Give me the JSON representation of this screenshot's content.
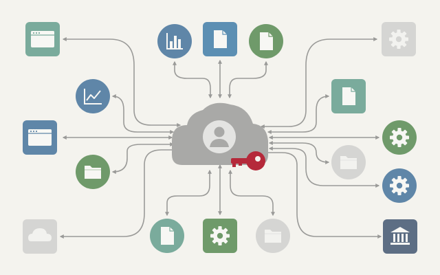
{
  "colors": {
    "background": "#f4f3ee",
    "connector": "#9a9a98",
    "hub_cloud": "#a9a9a7",
    "hub_user_circle": "#e4e4e2",
    "hub_user_glyph": "#a9a9a7",
    "key": "#b5293a",
    "teal": "#7aab9c",
    "blue": "#5c8fb3",
    "steel_blue": "#5f86a8",
    "slate": "#5d6e84",
    "green": "#6f9a6a",
    "light_gray": "#d5d5d3",
    "white_glyph": "#f7f7f4",
    "gray_glyph": "#f2f2ef"
  },
  "hub": {
    "icon": "cloud-user-icon",
    "key_icon": "key-icon"
  },
  "nodes": [
    {
      "id": "browser-top-left",
      "icon": "browser-window-icon",
      "shape": "rounded-square",
      "color": "teal"
    },
    {
      "id": "analytics-chart",
      "icon": "line-chart-icon",
      "shape": "circle",
      "color": "steel_blue"
    },
    {
      "id": "browser-mid-left",
      "icon": "browser-window-icon",
      "shape": "rounded-square",
      "color": "steel_blue"
    },
    {
      "id": "folder-left",
      "icon": "folder-icon",
      "shape": "circle",
      "color": "green"
    },
    {
      "id": "cloud-bottom-left",
      "icon": "cloud-icon",
      "shape": "rounded-square",
      "color": "light_gray"
    },
    {
      "id": "bar-chart-top",
      "icon": "bar-chart-icon",
      "shape": "circle",
      "color": "steel_blue"
    },
    {
      "id": "document-top",
      "icon": "document-icon",
      "shape": "rounded-square",
      "color": "blue"
    },
    {
      "id": "document-top-right",
      "icon": "document-icon",
      "shape": "circle",
      "color": "green"
    },
    {
      "id": "document-bottom-left",
      "icon": "document-icon",
      "shape": "circle",
      "color": "teal"
    },
    {
      "id": "gear-bottom",
      "icon": "gear-icon",
      "shape": "rounded-square",
      "color": "green"
    },
    {
      "id": "folder-bottom",
      "icon": "folder-icon",
      "shape": "circle",
      "color": "light_gray"
    },
    {
      "id": "gear-top-right",
      "icon": "gear-icon",
      "shape": "rounded-square",
      "color": "light_gray"
    },
    {
      "id": "document-right",
      "icon": "document-icon",
      "shape": "rounded-square",
      "color": "teal"
    },
    {
      "id": "gear-right-green",
      "icon": "gear-icon",
      "shape": "circle",
      "color": "green"
    },
    {
      "id": "folder-right",
      "icon": "folder-icon",
      "shape": "circle",
      "color": "light_gray"
    },
    {
      "id": "gear-right-blue",
      "icon": "gear-icon",
      "shape": "circle",
      "color": "steel_blue"
    },
    {
      "id": "bank-bottom-right",
      "icon": "bank-icon",
      "shape": "rounded-square",
      "color": "slate"
    }
  ]
}
